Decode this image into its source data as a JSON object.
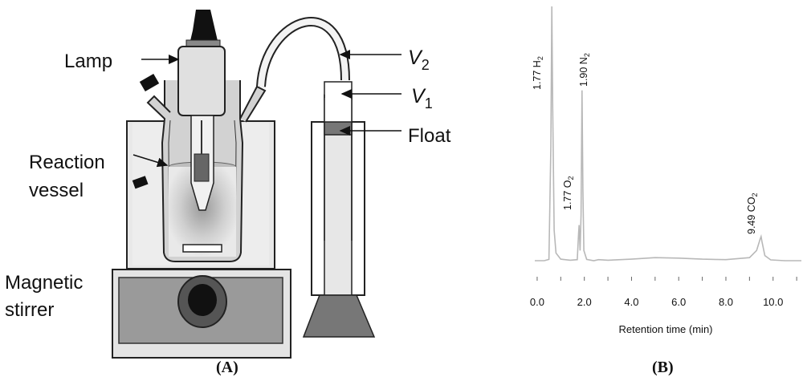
{
  "panel_a": {
    "caption": "(A)",
    "labels": {
      "lamp": "Lamp",
      "reaction_1": "Reaction",
      "reaction_2": "vessel",
      "stirrer_1": "Magnetic",
      "stirrer_2": "stirrer",
      "float": "Float",
      "v2": "V",
      "v2_sub": "2",
      "v1": "V",
      "v1_sub": "1"
    }
  },
  "panel_b": {
    "caption": "(B)",
    "chart_data": {
      "type": "line",
      "xlabel": "Retention time (min)",
      "ylabel": "",
      "xlim": [
        -0.1,
        11.2
      ],
      "xticks": [
        "0.0",
        "2.0",
        "4.0",
        "6.0",
        "8.0",
        "10.0"
      ],
      "xtick_values": [
        0,
        2,
        4,
        6,
        8,
        10
      ],
      "baseline": 0,
      "series": [
        {
          "x": [
            -0.1,
            0.3,
            0.5,
            0.58,
            0.62,
            0.66,
            0.72,
            0.8,
            1.0,
            1.4,
            1.7,
            1.75,
            1.78,
            1.82,
            1.86,
            1.9,
            1.94,
            1.98,
            2.1,
            2.4,
            2.6,
            3.0,
            4.0,
            5.0,
            6.0,
            7.0,
            8.0,
            9.0,
            9.3,
            9.45,
            9.49,
            9.53,
            9.65,
            9.9,
            10.5,
            11.2
          ],
          "y": [
            0,
            0,
            0.5,
            45,
            100,
            60,
            12,
            3,
            0.6,
            0.2,
            0.4,
            10,
            14,
            4,
            18,
            67,
            28,
            4,
            0.5,
            0,
            0.4,
            0.2,
            0.6,
            1.2,
            1.0,
            0.6,
            0.4,
            1.2,
            4,
            8.5,
            9.5,
            7.5,
            2,
            0.3,
            0,
            0
          ]
        }
      ],
      "annotations": [
        {
          "text": "1.77 H",
          "sub": "2",
          "x": 0.62
        },
        {
          "text": "1.77 O",
          "sub": "2",
          "x": 1.78
        },
        {
          "text": "1.90 N",
          "sub": "2",
          "x": 1.9
        },
        {
          "text": "9.49 CO",
          "sub": "2",
          "x": 9.49
        }
      ]
    }
  }
}
